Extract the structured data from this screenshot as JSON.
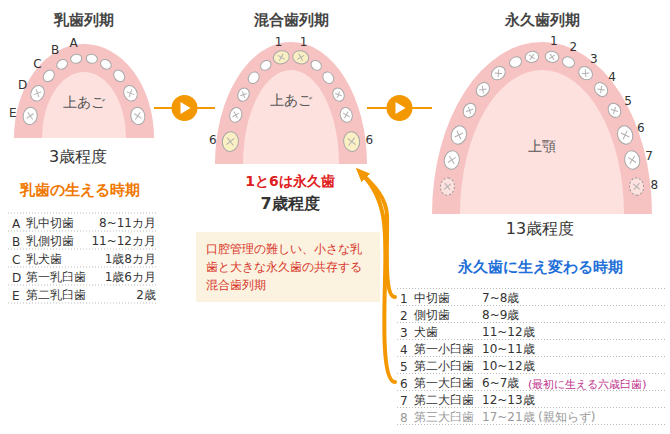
{
  "diagram": {
    "nodes": [
      {
        "text": [
          "乳歯列期",
          "上あご"
        ]
      },
      {
        "text": [
          "混合歯列期",
          "上あご"
        ]
      },
      {
        "text": [
          "永久歯列期",
          "上顎"
        ]
      },
      {
        "text": [
          "口腔管理の難しい、小さな乳歯と大きな永久歯の共存する混合歯列期"
        ]
      }
    ],
    "edges": [
      {
        "from": 0,
        "to": 1,
        "arrow": "to"
      },
      {
        "from": 1,
        "to": 2,
        "arrow": "to"
      }
    ],
    "labels": [
      "3歳程度",
      "乳歯の生える時期",
      "A",
      "乳中切歯",
      "8~11カ月",
      "B",
      "乳側切歯",
      "11~12カ月",
      "C",
      "乳犬歯",
      "1歳8カ月",
      "D",
      "第一乳臼歯",
      "1歳6カ月",
      "E",
      "第二乳臼歯",
      "2歳",
      "A",
      "B",
      "C",
      "D",
      "E",
      "1",
      "1",
      "6",
      "6",
      "1と6は永久歯",
      "7歳程度",
      "1",
      "2",
      "3",
      "4",
      "5",
      "6",
      "7",
      "8",
      "13歳程度",
      "永久歯に生え変わる時期",
      "1",
      "中切歯",
      "7~8歳",
      "2",
      "側切歯",
      "8~9歳",
      "3",
      "犬歯",
      "11~12歳",
      "4",
      "第一小臼歯",
      "10~11歳",
      "5",
      "第二小臼歯",
      "10~12歳",
      "6",
      "第一大臼歯",
      "6~7歳",
      "7",
      "第二大臼歯",
      "12~13歳",
      "8",
      "第三大臼歯",
      "17~21歳",
      "(最初に生える六歳臼歯)",
      "(親知らず)"
    ]
  }
}
